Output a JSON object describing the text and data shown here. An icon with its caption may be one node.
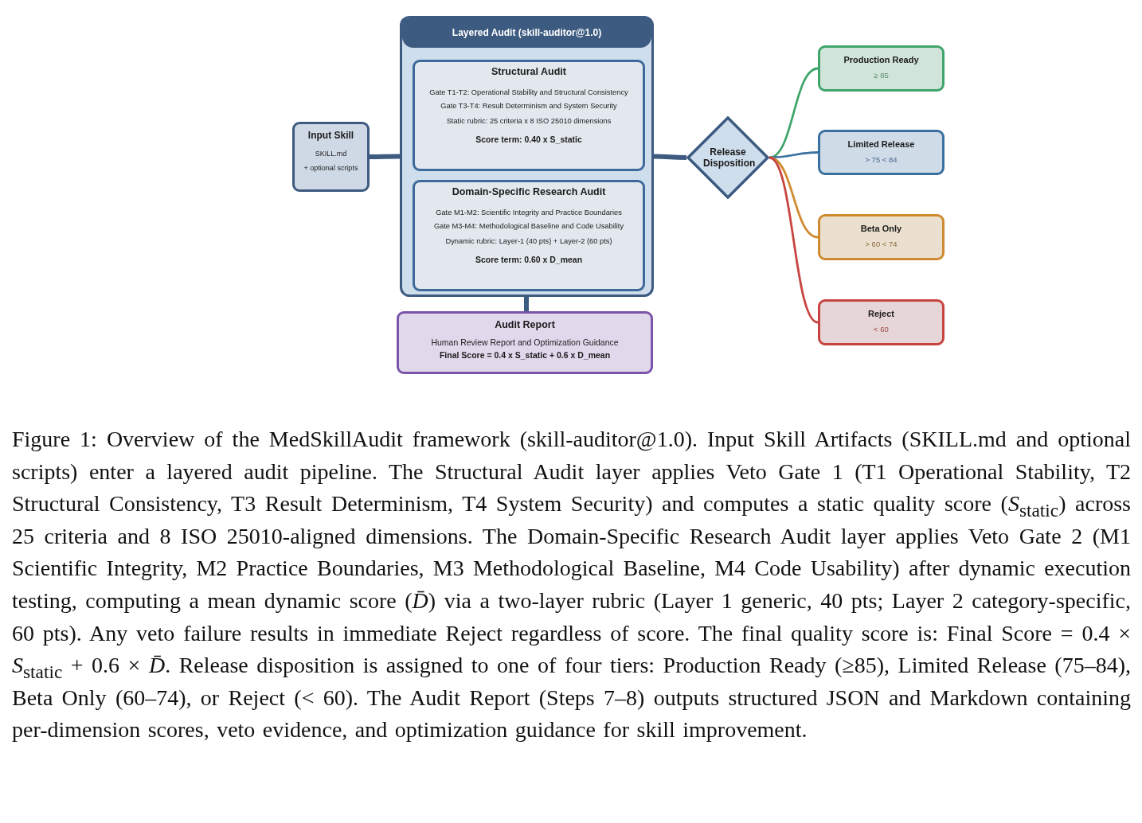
{
  "diagram": {
    "caption": "Figure 1: Overview of the MedSkillAudit framework (skill-auditor@1.0). Input Skill Artifacts (SKILL.md and optional scripts) enter a layered audit pipeline. The Structural Audit layer applies Veto Gate 1 (T1 Operational Stability, T2 Structural Consistency, T3 Result Determinism, T4 System Security) and computes a static quality score (*S*$_{static}$) across 25 criteria and 8 ISO 25010-aligned dimensions. The Domain-Specific Research Audit layer applies Veto Gate 2 (M1 Scientific Integrity, M2 Practice Boundaries, M3 Methodological Baseline, M4 Code Usability) after dynamic execution testing, computing a mean dynamic score (*D̄*) via a two-layer rubric (Layer 1 generic, 40 pts; Layer 2 category-specific, 60 pts). Any veto failure results in immediate Reject regardless of score. The final quality score is: Final Score = 0.4 × *S*$_{static}$ + 0.6 × *D̄*. Release disposition is assigned to one of four tiers: Production Ready (≥85), Limited Release (75–84), Beta Only (60–74), or Reject (< 60). The Audit Report (Steps 7–8) outputs structured JSON and Markdown containing per-dimension scores, veto evidence, and optimization guidance for skill improvement.",
    "nodes": [
      {
        "text": [
          "Input Skill",
          "SKILL.md",
          "+ optional scripts"
        ]
      },
      {
        "text": [
          "Layered Audit (skill-auditor@1.0)"
        ]
      },
      {
        "text": [
          "Structural Audit",
          "Gate T1-T2: Operational Stability and Structural Consistency",
          "Gate T3-T4: Result Determinism and System Security",
          "Static rubric: 25 criteria x 8 ISO 25010 dimensions",
          "Score term: 0.40 x S_static"
        ],
        "in": 1
      },
      {
        "text": [
          "Domain-Specific Research Audit",
          "Gate M1-M2: Scientific Integrity and Practice Boundaries",
          "Gate M3-M4: Methodological Baseline and Code Usability",
          "Dynamic rubric: Layer-1 (40 pts) + Layer-2 (60 pts)",
          "Score term: 0.60 x D_mean"
        ],
        "in": 1
      },
      {
        "text": [
          "Audit Report",
          "Human Review Report and Optimization Guidance",
          "Final Score = 0.4 x S_static + 0.6 x D_mean"
        ]
      },
      {
        "text": [
          "Release Disposition"
        ]
      },
      {
        "text": [
          "Production Ready",
          "≥ 85"
        ]
      },
      {
        "text": [
          "Limited Release",
          "> 75 < 84"
        ]
      },
      {
        "text": [
          "Beta Only",
          "> 60 < 74"
        ]
      },
      {
        "text": [
          "Reject",
          "< 60"
        ]
      }
    ],
    "edges": [
      {
        "from": 0,
        "to": 1,
        "arrow": "none",
        "style": "thick"
      },
      {
        "from": 1,
        "to": 5,
        "arrow": "none",
        "style": "thick"
      },
      {
        "from": 1,
        "to": 4,
        "arrow": "none",
        "style": "thick"
      },
      {
        "from": 5,
        "to": 6,
        "arrow": "none",
        "color": "#3fa56a"
      },
      {
        "from": 5,
        "to": 7,
        "arrow": "none",
        "color": "#3a70a0"
      },
      {
        "from": 5,
        "to": 8,
        "arrow": "none",
        "color": "#d08a30"
      },
      {
        "from": 5,
        "to": 9,
        "arrow": "none",
        "color": "#c84440"
      }
    ]
  }
}
